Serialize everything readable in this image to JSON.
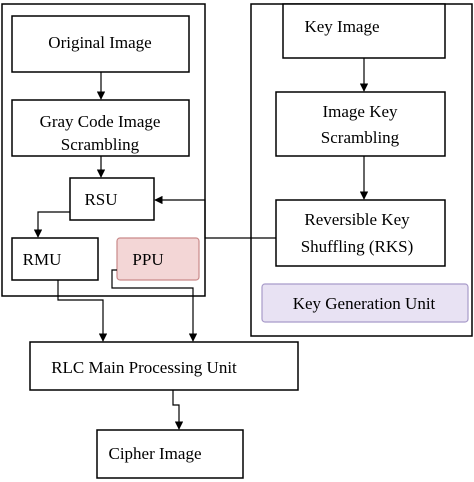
{
  "colors": {
    "stroke": "#000000",
    "ppu_fill": "#f3d6d6",
    "ppu_border": "#c98a8a",
    "kgu_fill": "#e8e2f3",
    "kgu_border": "#a89bc9"
  },
  "blocks": {
    "original_image": "Original Image",
    "gray_code_1": "Gray Code Image",
    "gray_code_2": "Scrambling",
    "rsu": "RSU",
    "rmu": "RMU",
    "ppu": "PPU",
    "key_image": "Key Image",
    "image_key_1": "Image Key",
    "image_key_2": "Scrambling",
    "rks_1": "Reversible Key",
    "rks_2": "Shuffling (RKS)",
    "key_generation_unit": "Key Generation Unit",
    "rlc_main": "RLC Main Processing Unit",
    "cipher_image": "Cipher Image"
  }
}
